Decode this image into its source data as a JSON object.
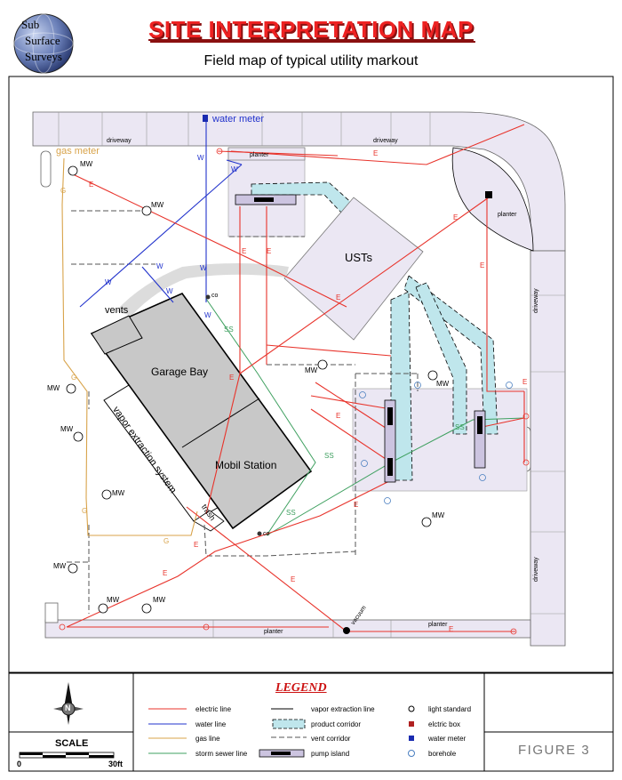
{
  "logo": {
    "line1": "Sub",
    "line2": "Surface",
    "line3": "Surveys"
  },
  "header": {
    "title": "SITE INTERPRETATION MAP",
    "subtitle": "Field map of typical utility markout"
  },
  "map_labels": {
    "water_meter": "water meter",
    "gas_meter": "gas meter",
    "driveway": "driveway",
    "planter": "planter",
    "usts": "USTs",
    "vents": "vents",
    "garage_bay": "Garage Bay",
    "mobil_station": "Mobil Station",
    "vapor_extraction_system": "vapor extraction system",
    "trash": "trash",
    "mw": "MW",
    "co": "co",
    "vacuum": "vacuum",
    "e": "E",
    "w": "W",
    "g": "G",
    "ss": "SS"
  },
  "legend": {
    "title": "LEGEND",
    "items": {
      "electric_line": "electric line",
      "water_line": "water line",
      "gas_line": "gas line",
      "storm_sewer_line": "storm sewer line",
      "vapor_extraction_line": "vapor extraction line",
      "product_corridor": "product corridor",
      "vent_corridor": "vent corridor",
      "pump_island": "pump island",
      "light_standard": "light standard",
      "elctric_box": "elctric box",
      "water_meter": "water meter",
      "borehole": "borehole"
    }
  },
  "scale": {
    "label": "SCALE",
    "start": "0",
    "end": "30ft"
  },
  "north": {
    "label": "N"
  },
  "figure": {
    "label": "FIGURE 3"
  },
  "colors": {
    "electric": "#e8332b",
    "water": "#2233cc",
    "gas": "#d8a34a",
    "storm_sewer": "#3fa060",
    "product_corridor": "#bfe6ec",
    "pad": "#ebe7f3",
    "building": "#c8c8c8",
    "title": "#ee2222"
  }
}
